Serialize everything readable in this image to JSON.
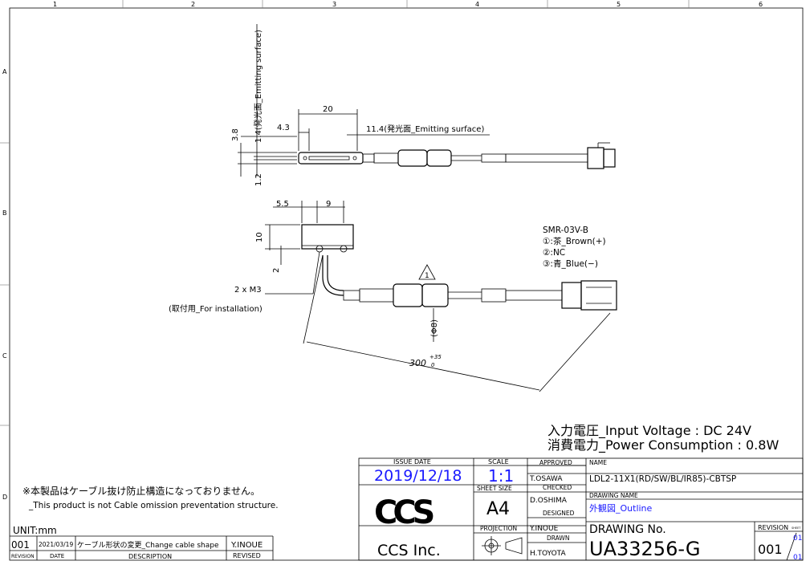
{
  "border": {
    "columns": [
      "1",
      "2",
      "3",
      "4",
      "5",
      "6"
    ],
    "rows": [
      "A",
      "B",
      "C",
      "D"
    ]
  },
  "dims_top": {
    "d20": "20",
    "d43": "4.3",
    "d114": "11.4(発光面_Emitting surface)",
    "d38": "3.8",
    "d12": "1.2",
    "d14": "1.4(発光面_Emitting surface)"
  },
  "dims_bottom": {
    "d55": "5.5",
    "d9": "9",
    "d10": "10",
    "d2": "2",
    "m3": "2 x M3",
    "install": "(取付用_For installation)",
    "dia8": "(Φ8)",
    "len300": "300",
    "tol_up": "+35",
    "tol_low": "0",
    "rev_mark": "1"
  },
  "connector": {
    "model": "SMR-03V-B",
    "pin1": "①:茶_Brown(+)",
    "pin2": "②:NC",
    "pin3": "③:青_Blue(−)"
  },
  "specs": {
    "voltage": "入力電圧_Input Voltage : DC 24V",
    "power": "消費電力_Power Consumption : 0.8W"
  },
  "notes": {
    "jp": "※本製品はケーブル抜け防止構造になっておりません。",
    "en": "_This product is not Cable omission preventation structure.",
    "unit": "UNIT:mm"
  },
  "revision_row": {
    "rev": "001",
    "date": "2021/03/19",
    "desc": "ケーブル形状の変更_Change cable shape",
    "by": "Y.INOUE",
    "h_rev": "REVISION",
    "h_date": "DATE",
    "h_desc": "DESCRIPTION",
    "h_by": "REVISED"
  },
  "title_block": {
    "issue_label": "ISSUE DATE",
    "issue_date": "2019/12/18",
    "scale_label": "SCALE",
    "scale": "1:1",
    "approved_label": "APPROVED",
    "approved": "T.OSAWA",
    "name_label": "NAME",
    "name": "LDL2-11X1(RD/SW/BL/IR85)-CBTSP",
    "sheet_label": "SHEET SIZE",
    "sheet": "A4",
    "checked_label": "CHECKED",
    "checked": "D.OSHIMA",
    "designed_label": "DESIGNED",
    "drawing_name_label": "DRAWING NAME",
    "drawing_name": "外観図_Outline",
    "projection_label": "PROJECTION",
    "designed": "Y.INOUE",
    "drawing_no_label": "DRAWING No.",
    "revision_label": "REVISION",
    "sheet_small": "SHEET",
    "drawn_label": "DRAWN",
    "drawn": "H.TOYOTA",
    "logo": "CCS",
    "company": "CCS Inc.",
    "drawing_no": "UA33256-G",
    "revision": "001",
    "sheet_num": "01",
    "sheet_total": "01"
  }
}
